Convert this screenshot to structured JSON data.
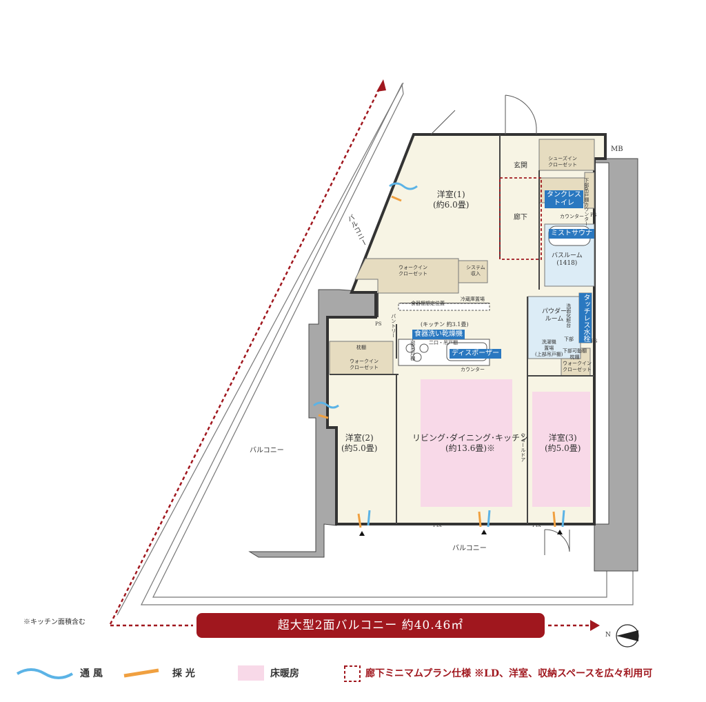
{
  "rooms": {
    "western1": {
      "name": "洋室(1)",
      "size": "(約6.0畳)"
    },
    "western2": {
      "name": "洋室(2)",
      "size": "(約5.0畳)"
    },
    "western3": {
      "name": "洋室(3)",
      "size": "(約5.0畳)"
    },
    "ldk": {
      "name": "リビング･ダイニング･キッチン",
      "size": "(約13.6畳)※"
    },
    "entrance": "玄関",
    "corridor": "廊下",
    "bath": {
      "name": "バスルーム",
      "size": "(1418)"
    },
    "powder": {
      "name": "パウダー",
      "name2": "ルーム"
    },
    "kitchen": "(キッチン 約3.1畳)"
  },
  "storage": {
    "shoes_in": "シューズイン",
    "shoes_closet": "クローゼット",
    "walkin_top1": "ウォークイン",
    "walkin_top2": "クローゼット",
    "walkin2_a": "ウォークイン",
    "walkin2_b": "クローゼット",
    "walkin3_a": "ウォークイン",
    "walkin3_b": "クローゼット",
    "system_storage1": "システム",
    "system_storage2": "収入",
    "pillow_shelf": "枕棚",
    "pillow_shelf3": "下部可動棚",
    "pillow_shelf3b": "枕棚",
    "dish_shelf": "食器棚想定位置",
    "fridge": "冷蔵庫置場",
    "counter_top": "カウンター",
    "counter_kitchen": "カウンター",
    "counter_side": "下部吊戸棚カウンター",
    "pantry": "二口・吊戸棚",
    "washer1": "洗濯機",
    "washer2": "置場",
    "washer3": "(上部吊戸棚)",
    "shelf_small": "下部",
    "upper_shelf": "上部吊戸棚",
    "pantry2": "パントリー",
    "sanitary": "洗面化粧台"
  },
  "features": {
    "tankless": "タンクレス",
    "toilet": "トイレ",
    "mist_sauna": "ミストサウナ",
    "dishwasher": "食器洗い乾燥機",
    "disposer": "ディスポーザー",
    "touchless": "タッチレス水栓"
  },
  "markers": {
    "ps": "PS",
    "mb": "MB",
    "fix": "FIX",
    "wall_door": "ウォールドア",
    "north": "N"
  },
  "balconies": {
    "diagonal": "バルコニー",
    "left": "バルコニー",
    "bottom": "バルコニー"
  },
  "banner": "超大型2面バルコニー 約40.46㎡",
  "note": "※キッチン面積含む",
  "legend": {
    "ventilation": "通 風",
    "daylight": "採 光",
    "floor_heating": "床暖房",
    "corridor_plan": "廊下ミニマムプラン仕様 ※LD、洋室、収納スペースを広々利用可"
  },
  "colors": {
    "banner": "#a0171e",
    "floor_heating": "#f8d9e8",
    "room_fill": "#f7f4e4",
    "storage_fill": "#e6dcc0",
    "feature_tag": "#2a78c0",
    "wall": "#a8a8a8",
    "bath_fill": "#dcecf6"
  }
}
